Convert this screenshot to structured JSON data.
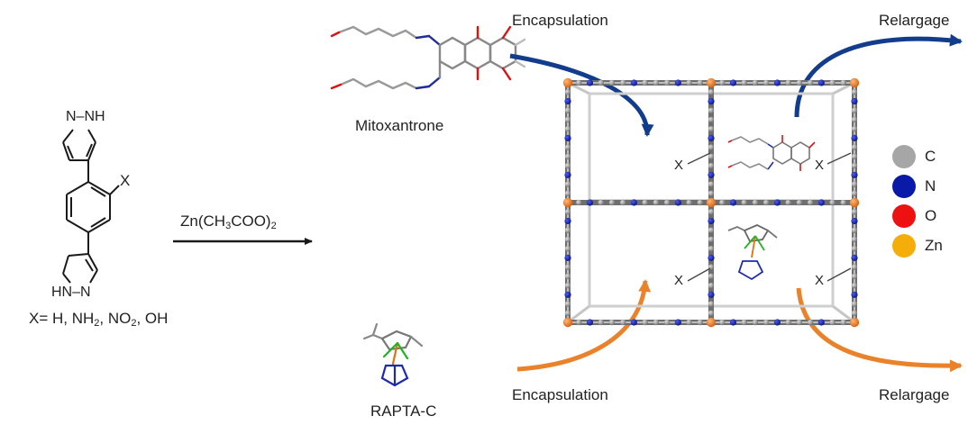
{
  "ligand": {
    "label_nh_top": "N–NH",
    "label_x_sub": "X",
    "label_nh_bottom": "HN–N",
    "substituents_prefix": "X= H, NH",
    "substituents_sub1": "2",
    "substituents_mid": ", NO",
    "substituents_sub2": "2",
    "substituents_suffix": ", OH"
  },
  "reagent": {
    "prefix": "Zn(CH",
    "sub1": "3",
    "mid": "COO)",
    "sub2": "2"
  },
  "drugs": {
    "top_label": "Mitoxantrone",
    "bottom_label": "RAPTA-C"
  },
  "process": {
    "encapsulation_top": "Encapsulation",
    "encapsulation_bottom": "Encapsulation",
    "release_top": "Relargage",
    "release_bottom": "Relargage"
  },
  "framework": {
    "x_labels": [
      "X",
      "X",
      "X",
      "X"
    ]
  },
  "legend": [
    {
      "symbol": "C",
      "color": "#a6a6a6"
    },
    {
      "symbol": "N",
      "color": "#0a1aa8"
    },
    {
      "symbol": "O",
      "color": "#ee1111"
    },
    {
      "symbol": "Zn",
      "color": "#f5ad0a"
    }
  ],
  "colors": {
    "blue_arrow": "#123c8c",
    "orange_arrow": "#e9822a",
    "bond": "#1a1a1a"
  }
}
